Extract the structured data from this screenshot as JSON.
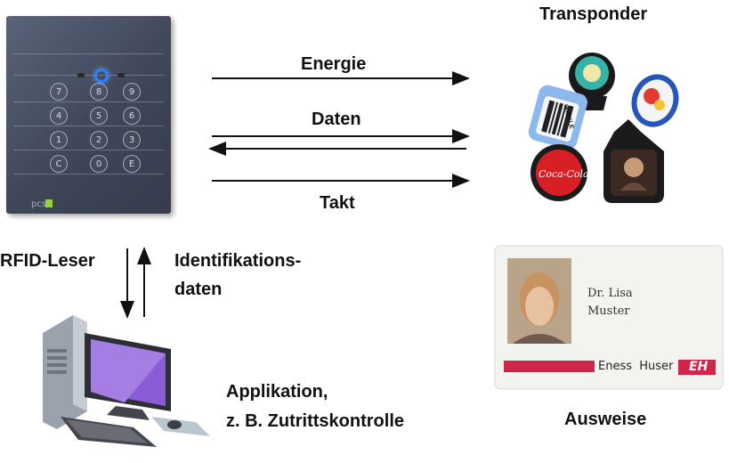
{
  "labels": {
    "transponder": "Transponder",
    "energie": "Energie",
    "daten": "Daten",
    "takt": "Takt",
    "rfid_leser": "RFID-Leser",
    "ident_line1": "Identifikations-",
    "ident_line2": "daten",
    "app_line1": "Applikation,",
    "app_line2": "z. B. Zutrittskontrolle",
    "ausweise": "Ausweise"
  },
  "reader": {
    "keys": [
      "7",
      "8",
      "9",
      "4",
      "5",
      "6",
      "1",
      "2",
      "3",
      "C",
      "0",
      "E"
    ],
    "brand": "pcs"
  },
  "card": {
    "name_line1": "Dr. Lisa",
    "name_line2": "Muster",
    "company": "Eness  Huser",
    "logo": "EH"
  },
  "tags": {
    "winkle": "WINKLE",
    "coca_cola": "Coca-Cola"
  },
  "colors": {
    "arrow": "#111111",
    "led": "#2f7fff",
    "card_stripe": "#d0254a"
  }
}
